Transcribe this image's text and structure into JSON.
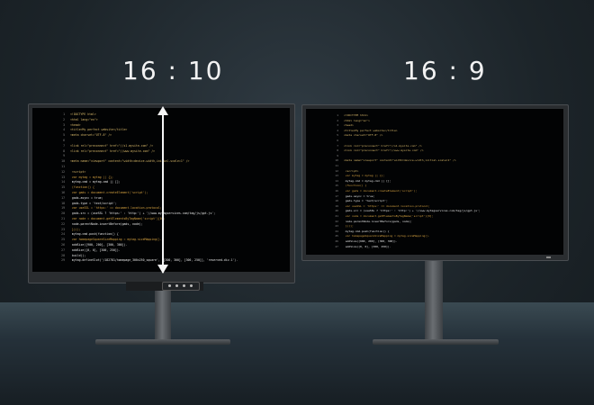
{
  "labels": {
    "left_ratio": "16 : 10",
    "right_ratio": "16 : 9"
  },
  "colors": {
    "tag": "#d9b96a",
    "attr": "#e8d27a",
    "string": "#e0e0e0",
    "text": "#e8e8e8",
    "keyword": "#d9a441",
    "number": "#8a8a8a"
  },
  "left_code": [
    "<!DOCTYPE html>",
    "<html lang=\"en\">",
    "<head>",
    "<title>My perfect website</title>",
    "<meta charset=\"UTF-8\" />",
    "",
    "<link rel=\"preconnect\" href=\"//s1.mysite.com\" />",
    "<link rel=\"preconnect\" href=\"//www.mysite.com\" />",
    "",
    "<meta name=\"viewport\" content=\"width=device-width,initial-scale=1\" />",
    "",
    "    <script>",
    "      var mytag = mytag || {};",
    "      mytag.cmd = mytag.cmd || [];",
    "      (function() {",
    "        var gads = document.createElement('script');",
    "        gads.async = true;",
    "        gads.type = 'text/script';",
    "        var useSSL = 'https:' == document.location.protocol;",
    "        gads.src = (useSSL ? 'https:' : 'http:') + '//www.mytagservices.com/tag/js/gpt.js';",
    "        var node = document.getElementsByTagName('script')[0];",
    "        node.parentNode.insertBefore(gads, node);",
    "      })();",
    "      mytag.cmd.push(function() {",
    "      var homepageSquareSizeMapping = mytag.sizeMapping().",
    "      addSize([900, 200], [300, 300]).",
    "      addSize([0, 0], [300, 250]).",
    "      build();",
    "      mytag.defineSlot('/182781/homepage_300x250_square', [[300, 300], [300, 250]], 'reserved-div-1')."
  ],
  "right_code": [
    "<!DOCTYPE html>",
    "<html lang=\"en\">",
    "<head>",
    "<title>My perfect website</title>",
    "<meta charset=\"UTF-8\" />",
    "",
    "<link rel=\"preconnect\" href=\"//s1.mysite.com\" />",
    "<link rel=\"preconnect\" href=\"//www.mysite.com\" />",
    "",
    "<meta name=\"viewport\" content=\"width=device-width,initial-scale=1\" />",
    "",
    "      <script>",
    "        var mytag = mytag || {};",
    "        mytag.cmd = mytag.cmd || [];",
    "        (function() {",
    "          var gads = document.createElement('script');",
    "          gads.async = true;",
    "          gads.type = 'text/script';",
    "          var useSSL = 'https:' == document.location.protocol;",
    "          gads.src = (useSSL ? 'https:' : 'http:') + '//www.mytagservices.com/tag/js/gpt.js';",
    "          var node = document.getElementsByTagName('script')[0];",
    "          node.parentNode.insertBefore(gads, node);",
    "        })();",
    "        mytag.cmd.push(function() {",
    "        var homepageSquareSizeMapping = mytag.sizeMapping().",
    "        addSize([900, 200], [300, 300]).",
    "        addSize([0, 0], [300, 250])."
  ]
}
